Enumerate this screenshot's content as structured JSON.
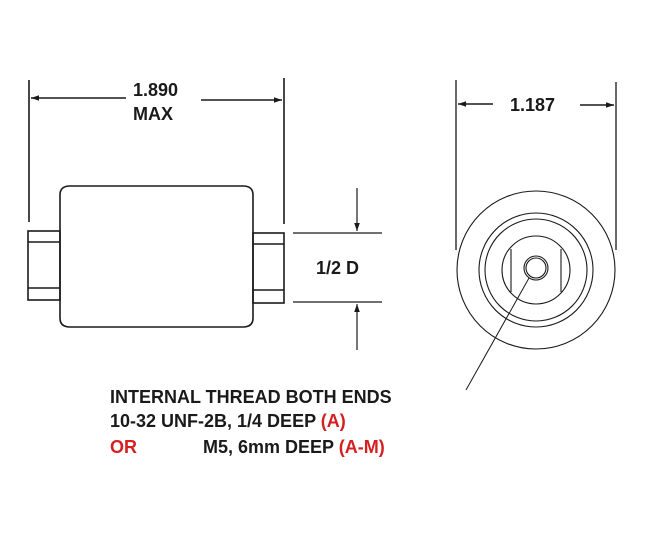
{
  "drawing": {
    "side_view": {
      "length_dim": "1.890",
      "length_note": "MAX",
      "stud_dim": "1/2 D"
    },
    "end_view": {
      "diameter_dim": "1.187"
    },
    "note": {
      "line1": "INTERNAL THREAD BOTH ENDS",
      "line2_spec": "10-32 UNF-2B, 1/4 DEEP",
      "line2_code": "(A)",
      "line3_or": "OR",
      "line3_spec": "M5, 6mm DEEP",
      "line3_code": "(A-M)"
    },
    "colors": {
      "line": "#1a1a1a",
      "accent_red": "#d42020"
    }
  }
}
